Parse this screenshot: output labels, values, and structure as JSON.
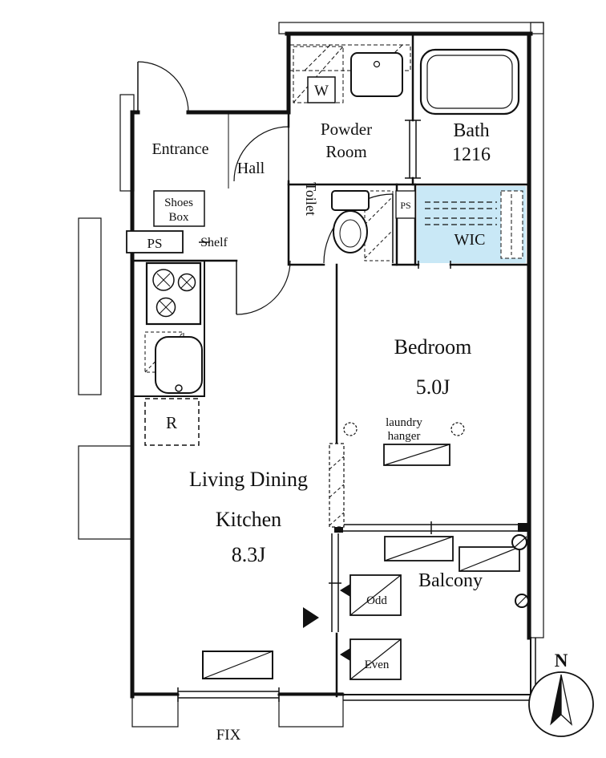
{
  "rooms": {
    "entrance": "Entrance",
    "hall": "Hall",
    "powder_line1": "Powder",
    "powder_line2": "Room",
    "bath": "Bath",
    "bath_size": "1216",
    "toilet": "Toilet",
    "wic": "WIC",
    "bedroom": "Bedroom",
    "bedroom_size": "5.0J",
    "ldk_line1": "Living Dining",
    "ldk_line2": "Kitchen",
    "ldk_size": "8.3J",
    "balcony": "Balcony"
  },
  "fixtures": {
    "shoes_line1": "Shoes",
    "shoes_line2": "Box",
    "shelf": "Shelf",
    "ps_left": "PS",
    "ps_right": "PS",
    "washer": "W",
    "fridge": "R",
    "laundry_line1": "laundry",
    "laundry_line2": "hanger",
    "shutter_odd": "Odd",
    "shutter_even": "Even",
    "fix_window": "FIX"
  },
  "compass": {
    "north": "N"
  },
  "colors": {
    "water_blue": "#c9e8f6",
    "wall_gray": "#dcdcdc",
    "line": "#111111"
  }
}
